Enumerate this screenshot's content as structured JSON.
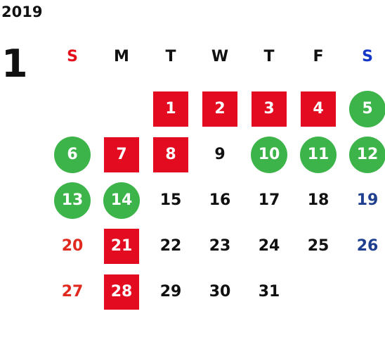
{
  "year": "2019",
  "month": "1",
  "colors": {
    "holiday_square": "#e30b1f",
    "closed_circle": "#3cb44a",
    "sunday_text": "#e02a20",
    "saturday_text": "#1f3f8f",
    "header_sunday": "#e4111c",
    "header_saturday": "#1437c8",
    "default_text": "#111111"
  },
  "weekdays": [
    {
      "label": "S",
      "kind": "sun"
    },
    {
      "label": "M",
      "kind": "default"
    },
    {
      "label": "T",
      "kind": "default"
    },
    {
      "label": "W",
      "kind": "default"
    },
    {
      "label": "T",
      "kind": "default"
    },
    {
      "label": "F",
      "kind": "default"
    },
    {
      "label": "S",
      "kind": "sat"
    }
  ],
  "weeks": [
    [
      null,
      null,
      {
        "day": "1",
        "style": "square"
      },
      {
        "day": "2",
        "style": "square"
      },
      {
        "day": "3",
        "style": "square"
      },
      {
        "day": "4",
        "style": "square"
      },
      {
        "day": "5",
        "style": "circle"
      }
    ],
    [
      {
        "day": "6",
        "style": "circle"
      },
      {
        "day": "7",
        "style": "square"
      },
      {
        "day": "8",
        "style": "square"
      },
      {
        "day": "9",
        "style": "plain"
      },
      {
        "day": "10",
        "style": "circle"
      },
      {
        "day": "11",
        "style": "circle"
      },
      {
        "day": "12",
        "style": "circle"
      }
    ],
    [
      {
        "day": "13",
        "style": "circle"
      },
      {
        "day": "14",
        "style": "circle"
      },
      {
        "day": "15",
        "style": "plain"
      },
      {
        "day": "16",
        "style": "plain"
      },
      {
        "day": "17",
        "style": "plain"
      },
      {
        "day": "18",
        "style": "plain"
      },
      {
        "day": "19",
        "style": "plain"
      }
    ],
    [
      {
        "day": "20",
        "style": "plain"
      },
      {
        "day": "21",
        "style": "square"
      },
      {
        "day": "22",
        "style": "plain"
      },
      {
        "day": "23",
        "style": "plain"
      },
      {
        "day": "24",
        "style": "plain"
      },
      {
        "day": "25",
        "style": "plain"
      },
      {
        "day": "26",
        "style": "plain"
      }
    ],
    [
      {
        "day": "27",
        "style": "plain"
      },
      {
        "day": "28",
        "style": "square"
      },
      {
        "day": "29",
        "style": "plain"
      },
      {
        "day": "30",
        "style": "plain"
      },
      {
        "day": "31",
        "style": "plain"
      },
      null,
      null
    ]
  ]
}
